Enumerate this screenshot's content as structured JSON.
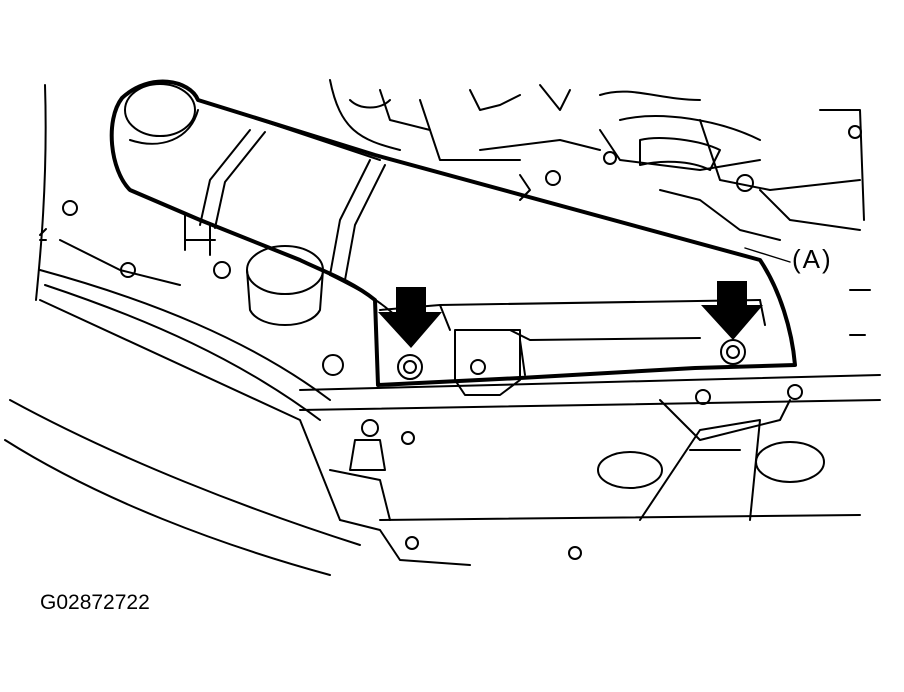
{
  "diagram": {
    "callout_label": "(A)",
    "figure_code": "G02872722",
    "arrows": [
      {
        "name": "left-bolt-arrow",
        "points_to": "left-bolt"
      },
      {
        "name": "right-bolt-arrow",
        "points_to": "right-bolt"
      }
    ],
    "colors": {
      "line": "#000000",
      "background": "#ffffff"
    }
  }
}
